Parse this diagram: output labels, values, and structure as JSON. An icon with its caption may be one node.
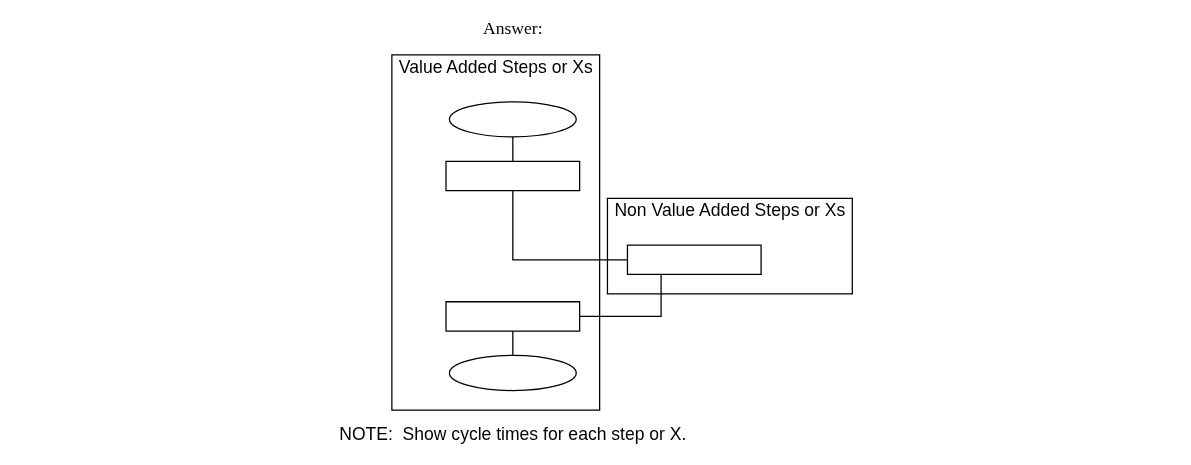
{
  "diagram": {
    "nodes": [
      {
        "text": [
          "Value Added Steps or Xs"
        ]
      },
      {
        "text": [
          "Non Value Added Steps or Xs"
        ]
      },
      {
        "text": [],
        "shape": "ellipse",
        "in": 0
      },
      {
        "text": [],
        "shape": "box",
        "in": 0
      },
      {
        "text": [],
        "shape": "box",
        "in": 0
      },
      {
        "text": [],
        "shape": "ellipse",
        "in": 0
      },
      {
        "text": [],
        "shape": "box",
        "in": 1
      }
    ],
    "edges": [
      {
        "from": 2,
        "to": 3,
        "arrow": "none"
      },
      {
        "from": 3,
        "to": 6,
        "arrow": "none"
      },
      {
        "from": 6,
        "to": 4,
        "arrow": "none"
      },
      {
        "from": 4,
        "to": 5,
        "arrow": "none"
      }
    ],
    "labels": [
      "Answer:",
      "NOTE:  Show cycle times for each step or X."
    ]
  }
}
